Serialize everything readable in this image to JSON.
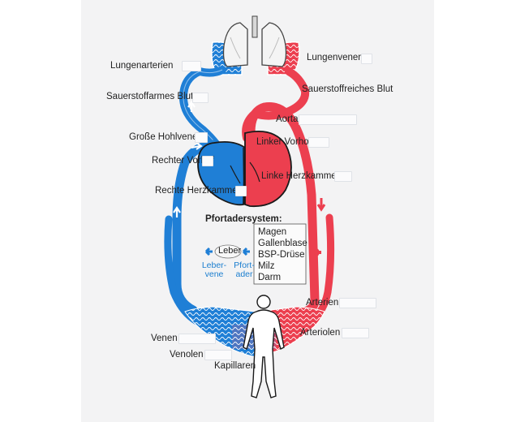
{
  "labels": {
    "lungenarterien": "Lungenarterien",
    "lungenvenen": "Lungenvenen",
    "sauerstoffarmes_blut": "Sauerstoffarmes Blut",
    "sauerstoffreiches_blut": "Sauerstoffreiches Blut",
    "aorta": "Aorta",
    "grosse_hohlvene": "Große Hohlvene",
    "linker_vorhof": "Linker Vorhof",
    "rechter_vorhof": "Rechter Vorhof",
    "linke_herzkammer": "Linke Herzkammer",
    "rechte_herzkammer": "Rechte Herzkammer",
    "arterien": "Arterien",
    "arteriolen": "Arteriolen",
    "venen": "Venen",
    "venolen": "Venolen",
    "kapillaren": "Kapillaren"
  },
  "pfortader": {
    "title": "Pfortadersystem:",
    "organs": [
      "Magen",
      "Gallenblase",
      "BSP-Drüse",
      "Milz",
      "Darm"
    ],
    "leber": "Leber",
    "leber_vene_1": "Leber-",
    "leber_vene_2": "vene",
    "pfortader_1": "Pfort-",
    "pfortader_2": "ader"
  },
  "colors": {
    "oxygen_poor": "#1f7fd6",
    "oxygen_rich": "#ec3f4f",
    "background": "#f3f3f4"
  }
}
